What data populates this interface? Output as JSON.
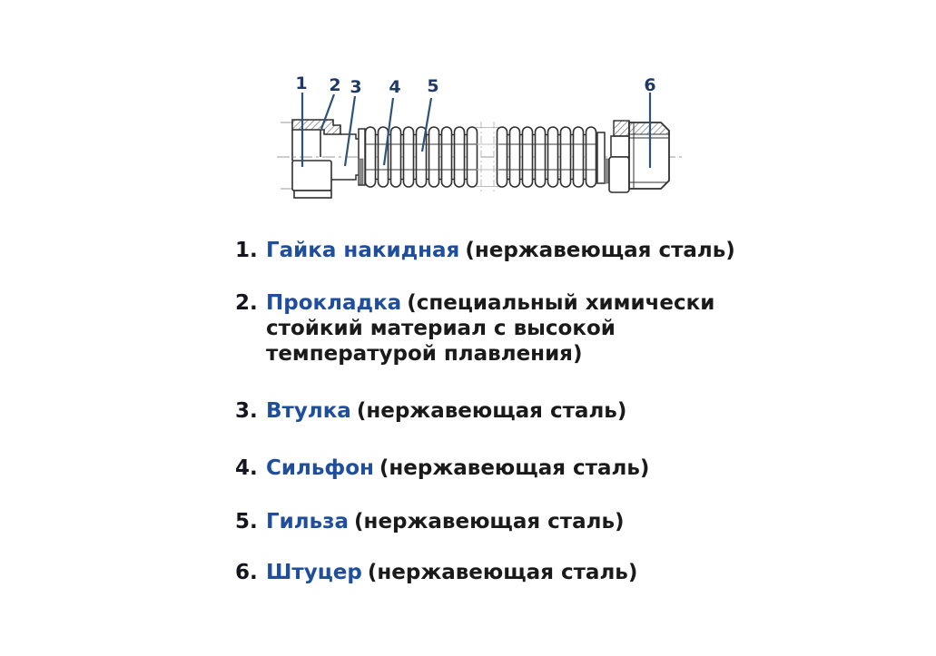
{
  "figure": {
    "type": "technical-drawing",
    "subject": "bellows hose assembly cross-section"
  },
  "colors": {
    "part_name_blue": "#1f4e9c",
    "callout_navy": "#1f3864",
    "leader_blue": "#2e5379",
    "drawing_line": "#2f2f2f",
    "centerline_gray": "#9a9a9a",
    "gasket_gray": "#8a8a8a",
    "text_dark": "#1a1a1a"
  },
  "diagram": {
    "callouts": [
      {
        "n": "1"
      },
      {
        "n": "2"
      },
      {
        "n": "3"
      },
      {
        "n": "4"
      },
      {
        "n": "5"
      },
      {
        "n": "6"
      }
    ]
  },
  "legend": {
    "items": [
      {
        "num": "1.",
        "name": "Гайка накидная",
        "desc": "(нержавеющая сталь)"
      },
      {
        "num": "2.",
        "name": "Прокладка",
        "desc": "(специальный химически\nстойкий материал с высокой\nтемпературой плавления)"
      },
      {
        "num": "3.",
        "name": "Втулка",
        "desc": "(нержавеющая сталь)"
      },
      {
        "num": "4.",
        "name": "Сильфон",
        "desc": "(нержавеющая сталь)"
      },
      {
        "num": "5.",
        "name": "Гильза",
        "desc": "(нержавеющая сталь)"
      },
      {
        "num": "6.",
        "name": "Штуцер",
        "desc": "(нержавеющая сталь)"
      }
    ]
  }
}
